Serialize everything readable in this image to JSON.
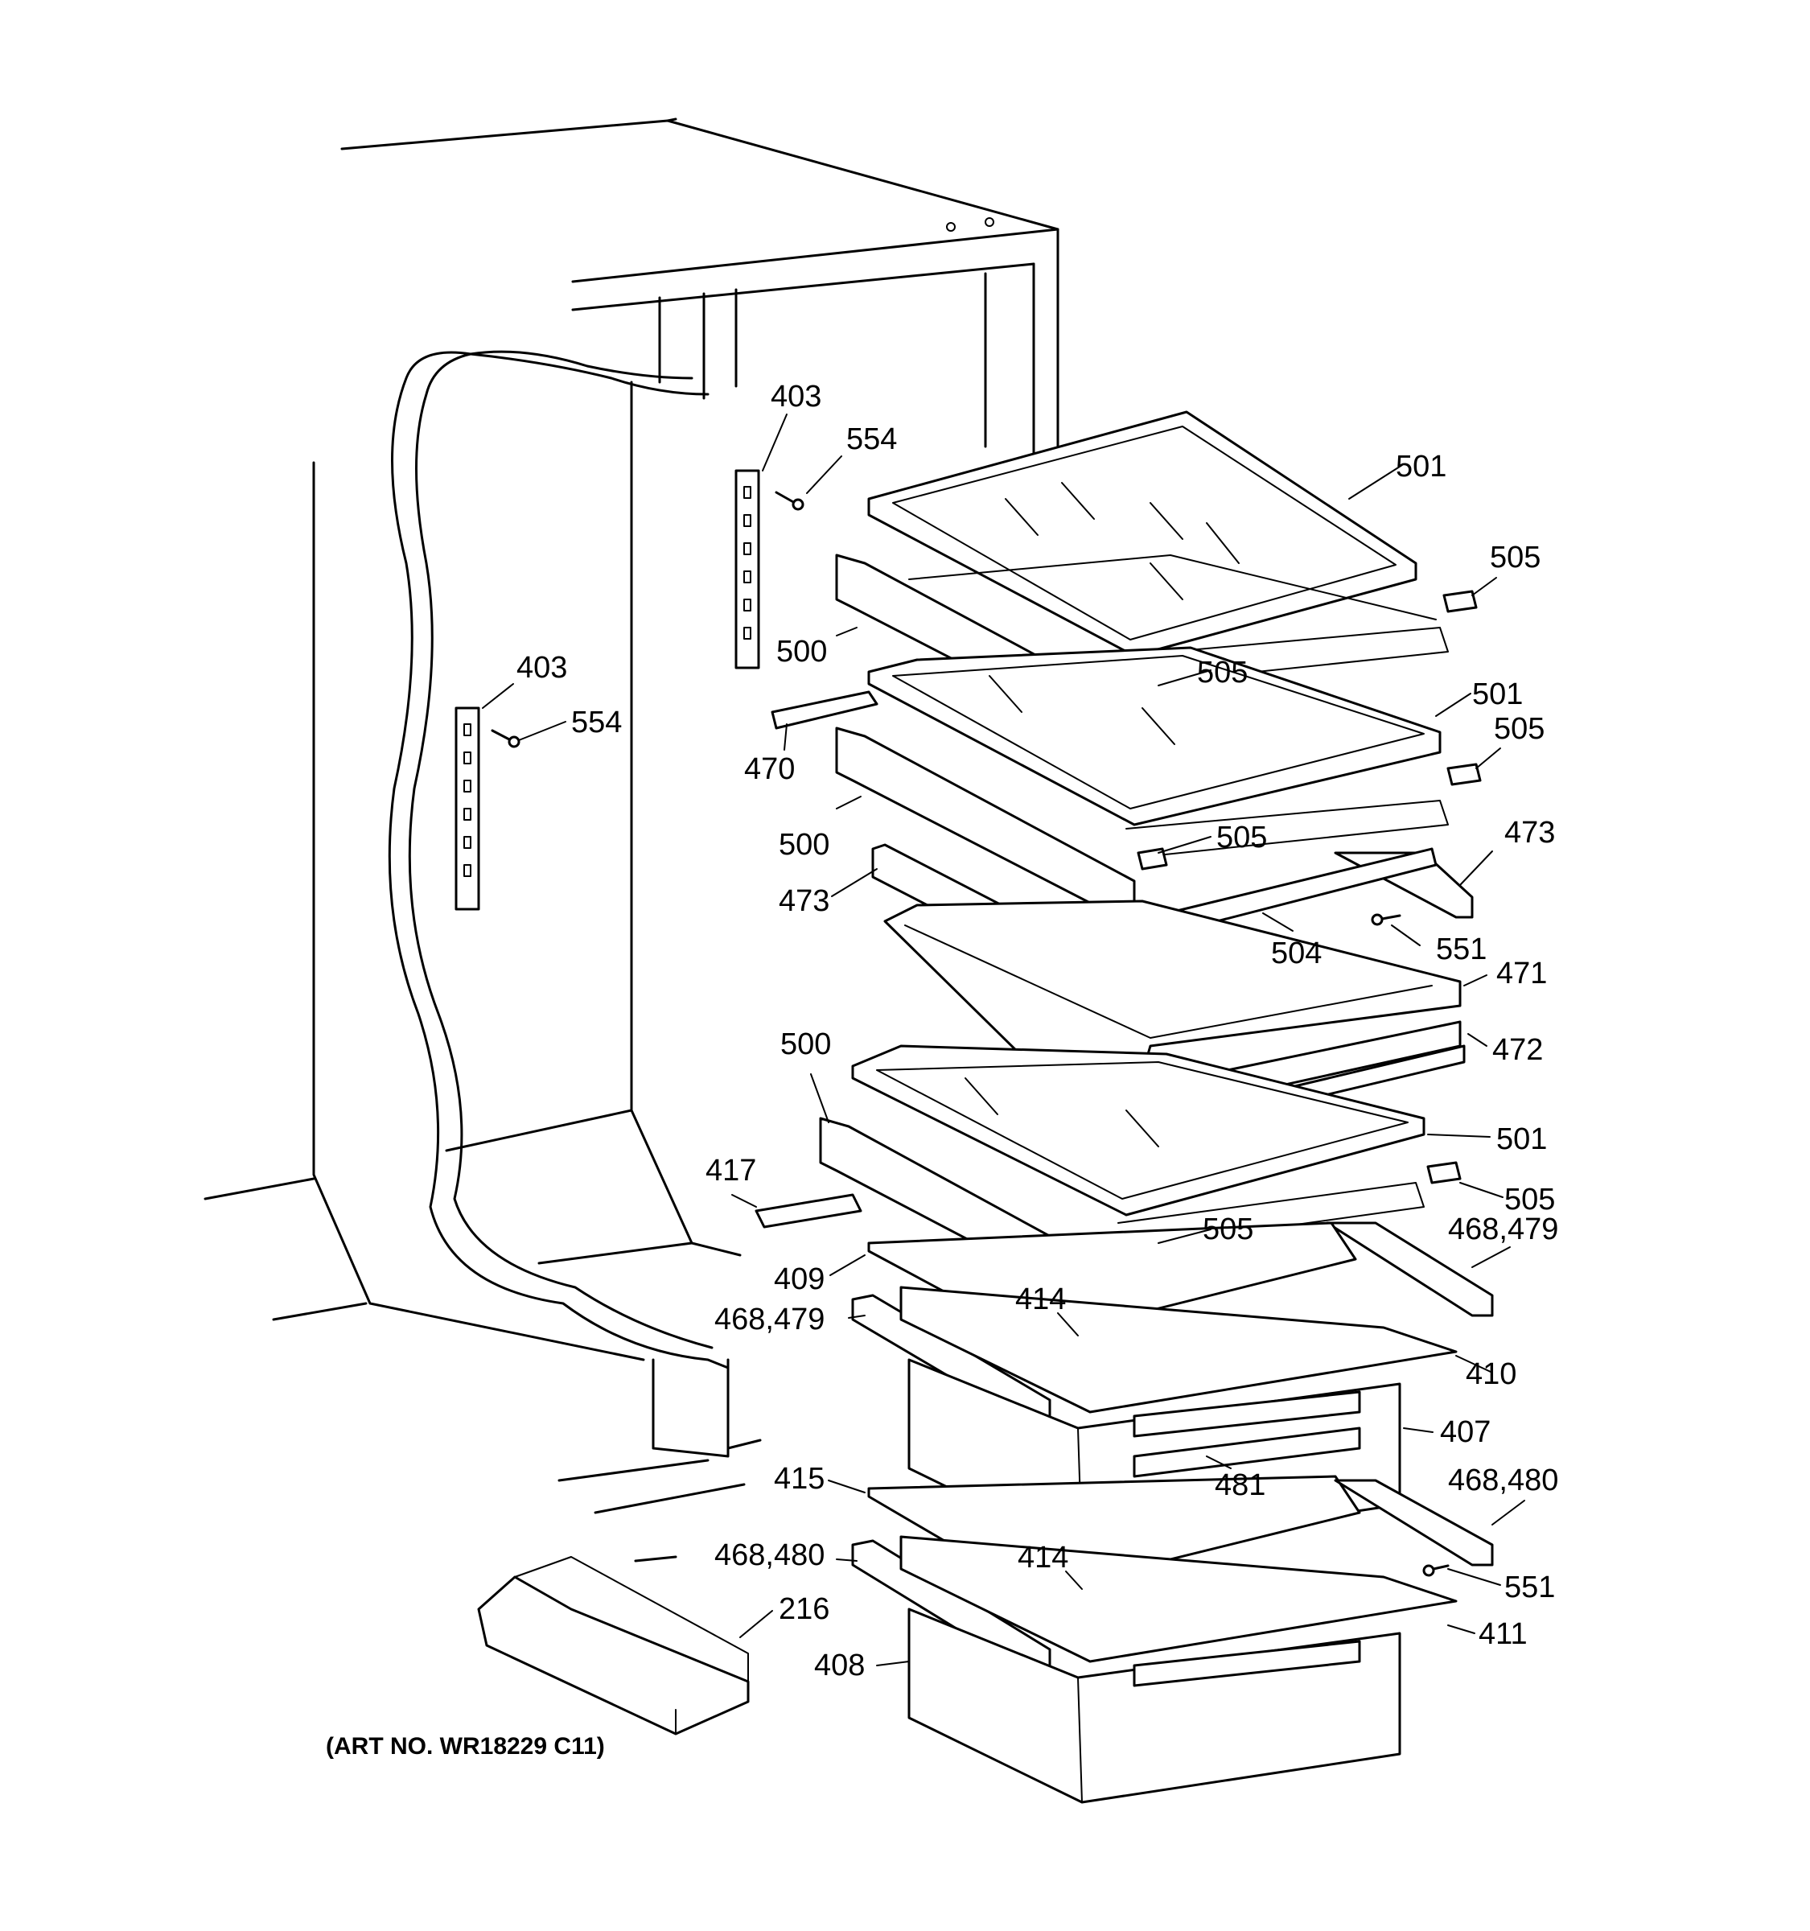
{
  "art_number": "(ART NO. WR18229 C11)",
  "callouts": [
    {
      "id": "c403a",
      "text": "403"
    },
    {
      "id": "c554a",
      "text": "554"
    },
    {
      "id": "c403b",
      "text": "403"
    },
    {
      "id": "c554b",
      "text": "554"
    },
    {
      "id": "c501a",
      "text": "501"
    },
    {
      "id": "c505a",
      "text": "505"
    },
    {
      "id": "c500a",
      "text": "500"
    },
    {
      "id": "c505b",
      "text": "505"
    },
    {
      "id": "c501b",
      "text": "501"
    },
    {
      "id": "c505c",
      "text": "505"
    },
    {
      "id": "c470",
      "text": "470"
    },
    {
      "id": "c500b",
      "text": "500"
    },
    {
      "id": "c505d",
      "text": "505"
    },
    {
      "id": "c473a",
      "text": "473"
    },
    {
      "id": "c473b",
      "text": "473"
    },
    {
      "id": "c504",
      "text": "504"
    },
    {
      "id": "c551a",
      "text": "551"
    },
    {
      "id": "c471",
      "text": "471"
    },
    {
      "id": "c472",
      "text": "472"
    },
    {
      "id": "c500c",
      "text": "500"
    },
    {
      "id": "c501c",
      "text": "501"
    },
    {
      "id": "c417",
      "text": "417"
    },
    {
      "id": "c505e",
      "text": "505"
    },
    {
      "id": "c505f",
      "text": "505"
    },
    {
      "id": "c468479a",
      "text": "468,479"
    },
    {
      "id": "c409",
      "text": "409"
    },
    {
      "id": "c414a",
      "text": "414"
    },
    {
      "id": "c468479b",
      "text": "468,479"
    },
    {
      "id": "c410",
      "text": "410"
    },
    {
      "id": "c407",
      "text": "407"
    },
    {
      "id": "c481",
      "text": "481"
    },
    {
      "id": "c415",
      "text": "415"
    },
    {
      "id": "c468480a",
      "text": "468,480"
    },
    {
      "id": "c468480b",
      "text": "468,480"
    },
    {
      "id": "c414b",
      "text": "414"
    },
    {
      "id": "c551b",
      "text": "551"
    },
    {
      "id": "c216",
      "text": "216"
    },
    {
      "id": "c411",
      "text": "411"
    },
    {
      "id": "c408",
      "text": "408"
    }
  ]
}
